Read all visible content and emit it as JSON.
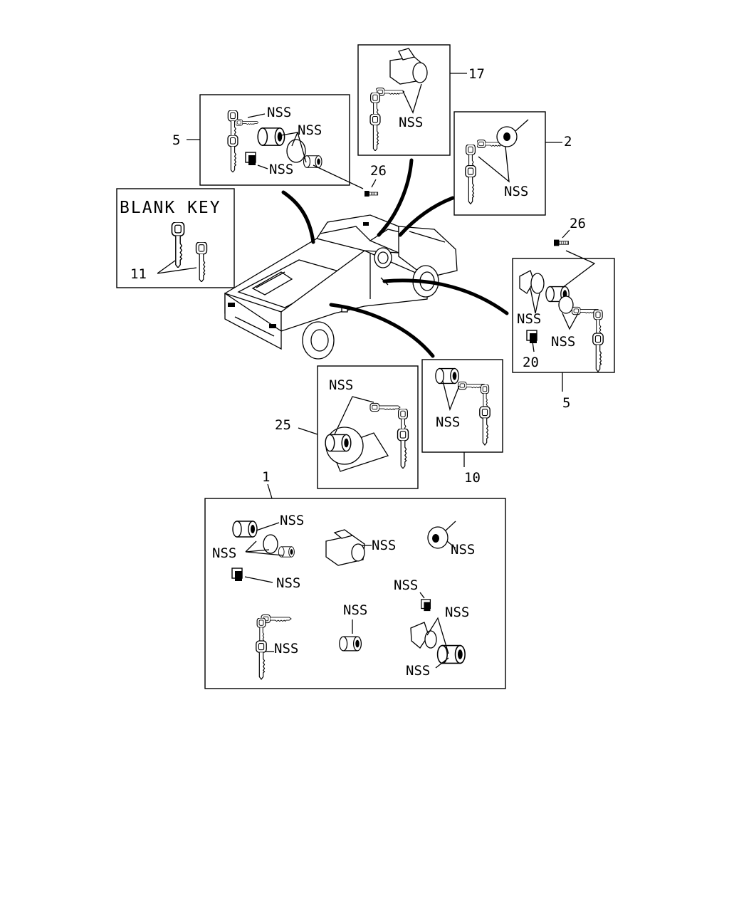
{
  "labels": {
    "nss": "NSS",
    "blank_key": "BLANK KEY",
    "ref_1": "1",
    "ref_2": "2",
    "ref_5": "5",
    "ref_10": "10",
    "ref_11": "11",
    "ref_17": "17",
    "ref_20": "20",
    "ref_25": "25",
    "ref_26": "26"
  },
  "icons": {
    "vehicle": "pickup-truck-icon",
    "key": "key-icon",
    "lock_cylinder": "lock-cylinder-icon",
    "bolt": "bolt-icon"
  },
  "colors": {
    "line": "#000000",
    "background": "#ffffff"
  }
}
